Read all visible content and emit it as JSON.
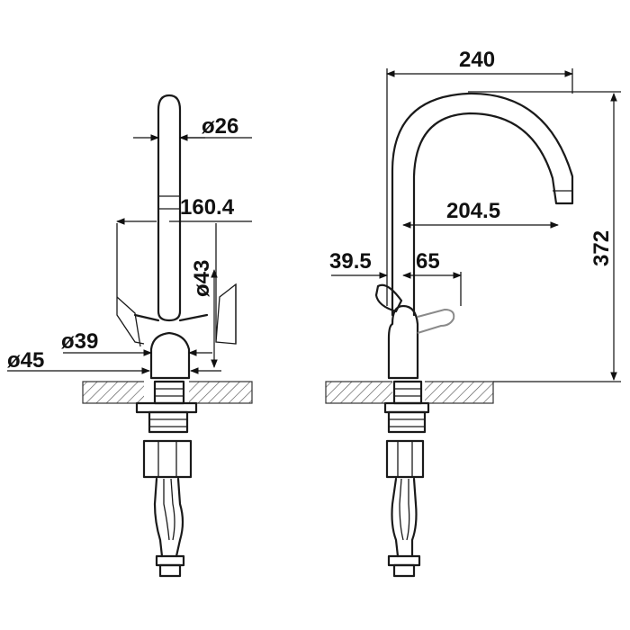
{
  "diagram": {
    "colors": {
      "ink": "#111111",
      "hatch": "#555555",
      "bg": "#ffffff"
    },
    "front_view": {
      "labels": {
        "handle_diameter": "ø26",
        "body_width": "160.4",
        "body_diameter": "ø43",
        "base_inner": "ø39",
        "base_outer": "ø45"
      }
    },
    "side_view": {
      "labels": {
        "total_reach": "240",
        "spout_reach": "204.5",
        "lever_left": "39.5",
        "lever_right": "65",
        "total_height": "372"
      }
    }
  }
}
